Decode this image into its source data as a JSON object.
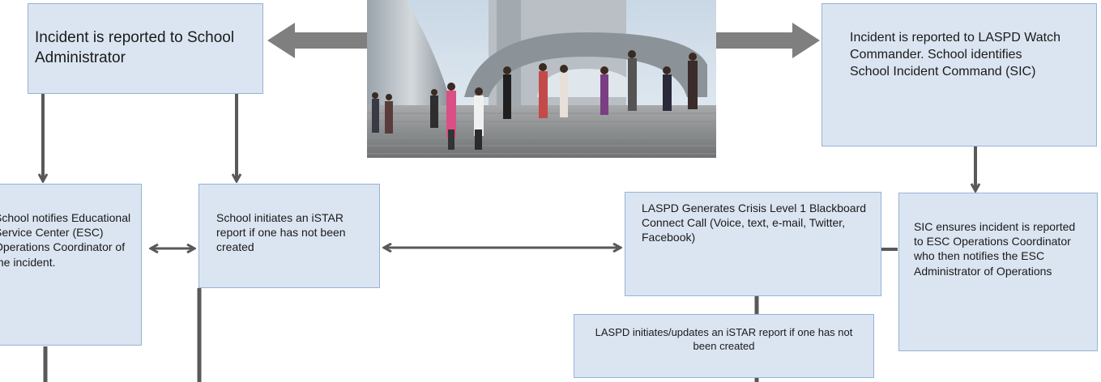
{
  "boxes": {
    "reported_admin": "Incident is reported to School Administrator",
    "reported_laspd": "Incident is reported to LASPD Watch Commander. School identifies School Incident Command (SIC)",
    "school_notifies": "School notifies Educational Service Center  (ESC) Operations Coordinator of the incident.",
    "school_initiates_istar": "School  initiates an iSTAR report if one has not been created",
    "laspd_crisis_call": "LASPD Generates Crisis Level 1 Blackboard Connect Call (Voice, text, e-mail, Twitter, Facebook)",
    "sic_ensures": "SIC ensures incident is reported to ESC Operations Coordinator who then notifies the ESC Administrator of Operations",
    "laspd_istar": "LASPD initiates/updates  an iSTAR report if one has not been created"
  },
  "colors": {
    "box_fill": "#dbe5f1",
    "box_border": "#95b3d7",
    "arrow": "#595959",
    "connector": "#595959"
  },
  "photo": {
    "icon": "photo-icon",
    "subject": "students-on-campus-stairs-photo"
  }
}
